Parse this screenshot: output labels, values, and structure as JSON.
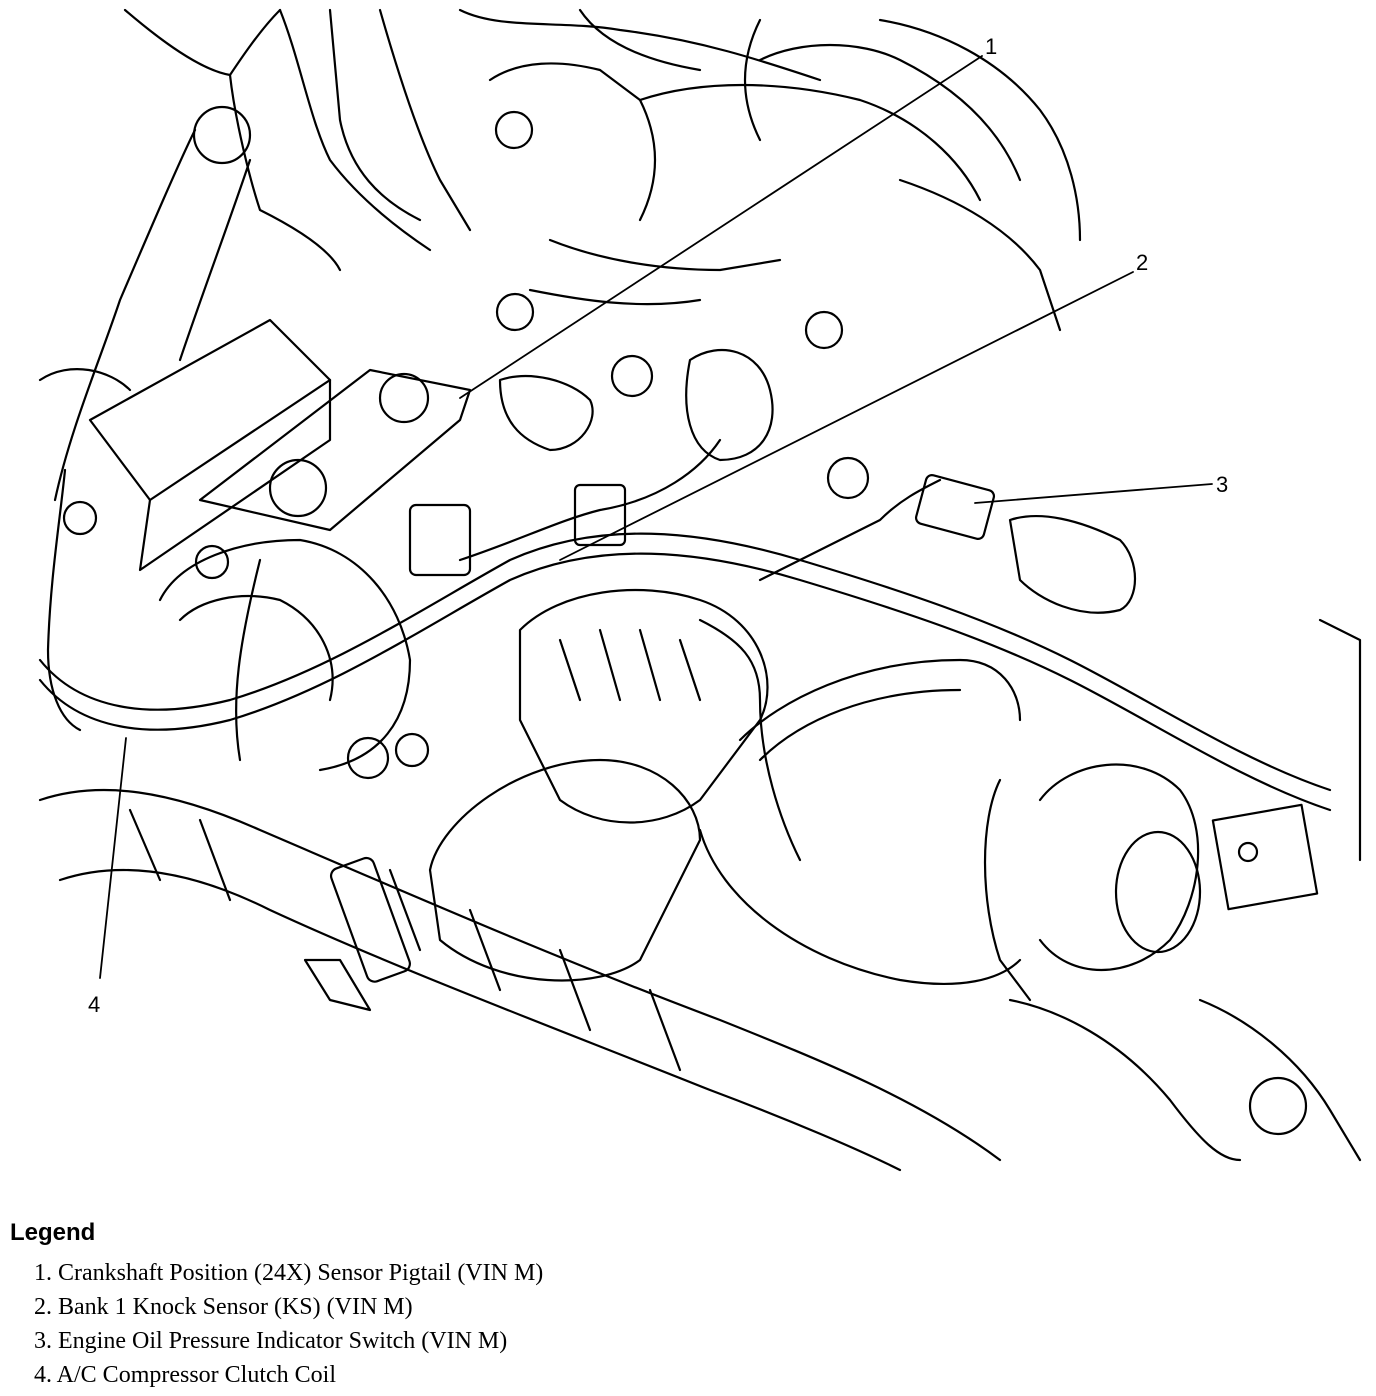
{
  "callouts": [
    "1",
    "2",
    "3",
    "4"
  ],
  "legend": {
    "title": "Legend",
    "items": [
      "1. Crankshaft Position (24X) Sensor Pigtail (VIN M)",
      "2. Bank 1 Knock Sensor (KS) (VIN M)",
      "3. Engine Oil Pressure Indicator Switch (VIN M)",
      "4. A/C Compressor Clutch Coil"
    ]
  }
}
